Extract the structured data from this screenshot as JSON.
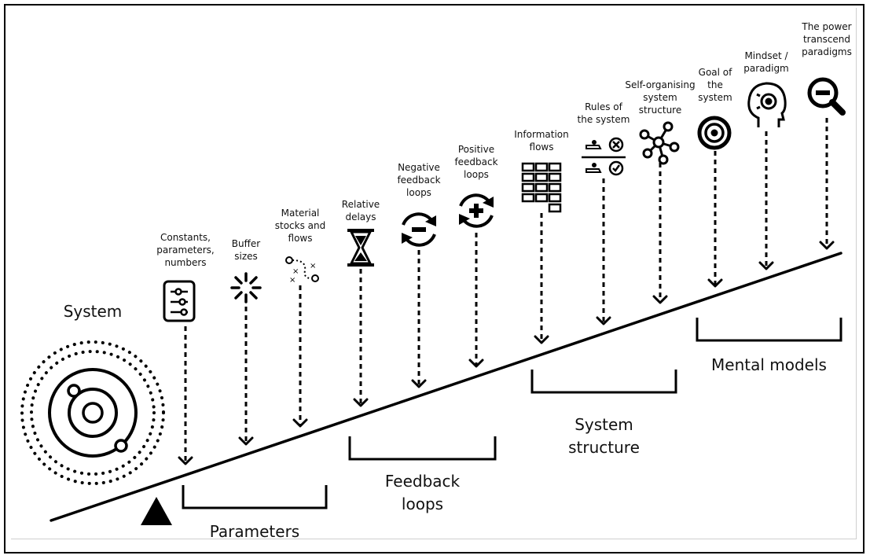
{
  "system_label": "System",
  "levers": [
    {
      "label": [
        "Constants,",
        "parameters,",
        "numbers"
      ],
      "icon": "sliders-icon"
    },
    {
      "label": [
        "Buffer",
        "sizes"
      ],
      "icon": "burst-icon"
    },
    {
      "label": [
        "Material",
        "stocks and",
        "flows"
      ],
      "icon": "flow-path-icon"
    },
    {
      "label": [
        "Relative",
        "delays"
      ],
      "icon": "hourglass-icon"
    },
    {
      "label": [
        "Negative",
        "feedback",
        "loops"
      ],
      "icon": "minus-cycle-icon"
    },
    {
      "label": [
        "Positive",
        "feedback",
        "loops"
      ],
      "icon": "plus-cycle-icon"
    },
    {
      "label": [
        "Information",
        "flows"
      ],
      "icon": "blocks-icon"
    },
    {
      "label": [
        "Rules of",
        "the system"
      ],
      "icon": "rules-icon"
    },
    {
      "label": [
        "Self-organising",
        "system",
        "structure"
      ],
      "icon": "network-icon"
    },
    {
      "label": [
        "Goal of",
        "the",
        "system"
      ],
      "icon": "target-icon"
    },
    {
      "label": [
        "Mindset /",
        "paradigm"
      ],
      "icon": "head-icon"
    },
    {
      "label": [
        "The power",
        "transcend",
        "paradigms"
      ],
      "icon": "magnifier-minus-icon"
    }
  ],
  "groups": [
    {
      "label": [
        "Parameters"
      ]
    },
    {
      "label": [
        "Feedback",
        "loops"
      ]
    },
    {
      "label": [
        "System",
        "structure"
      ]
    },
    {
      "label": [
        "Mental models"
      ]
    }
  ]
}
